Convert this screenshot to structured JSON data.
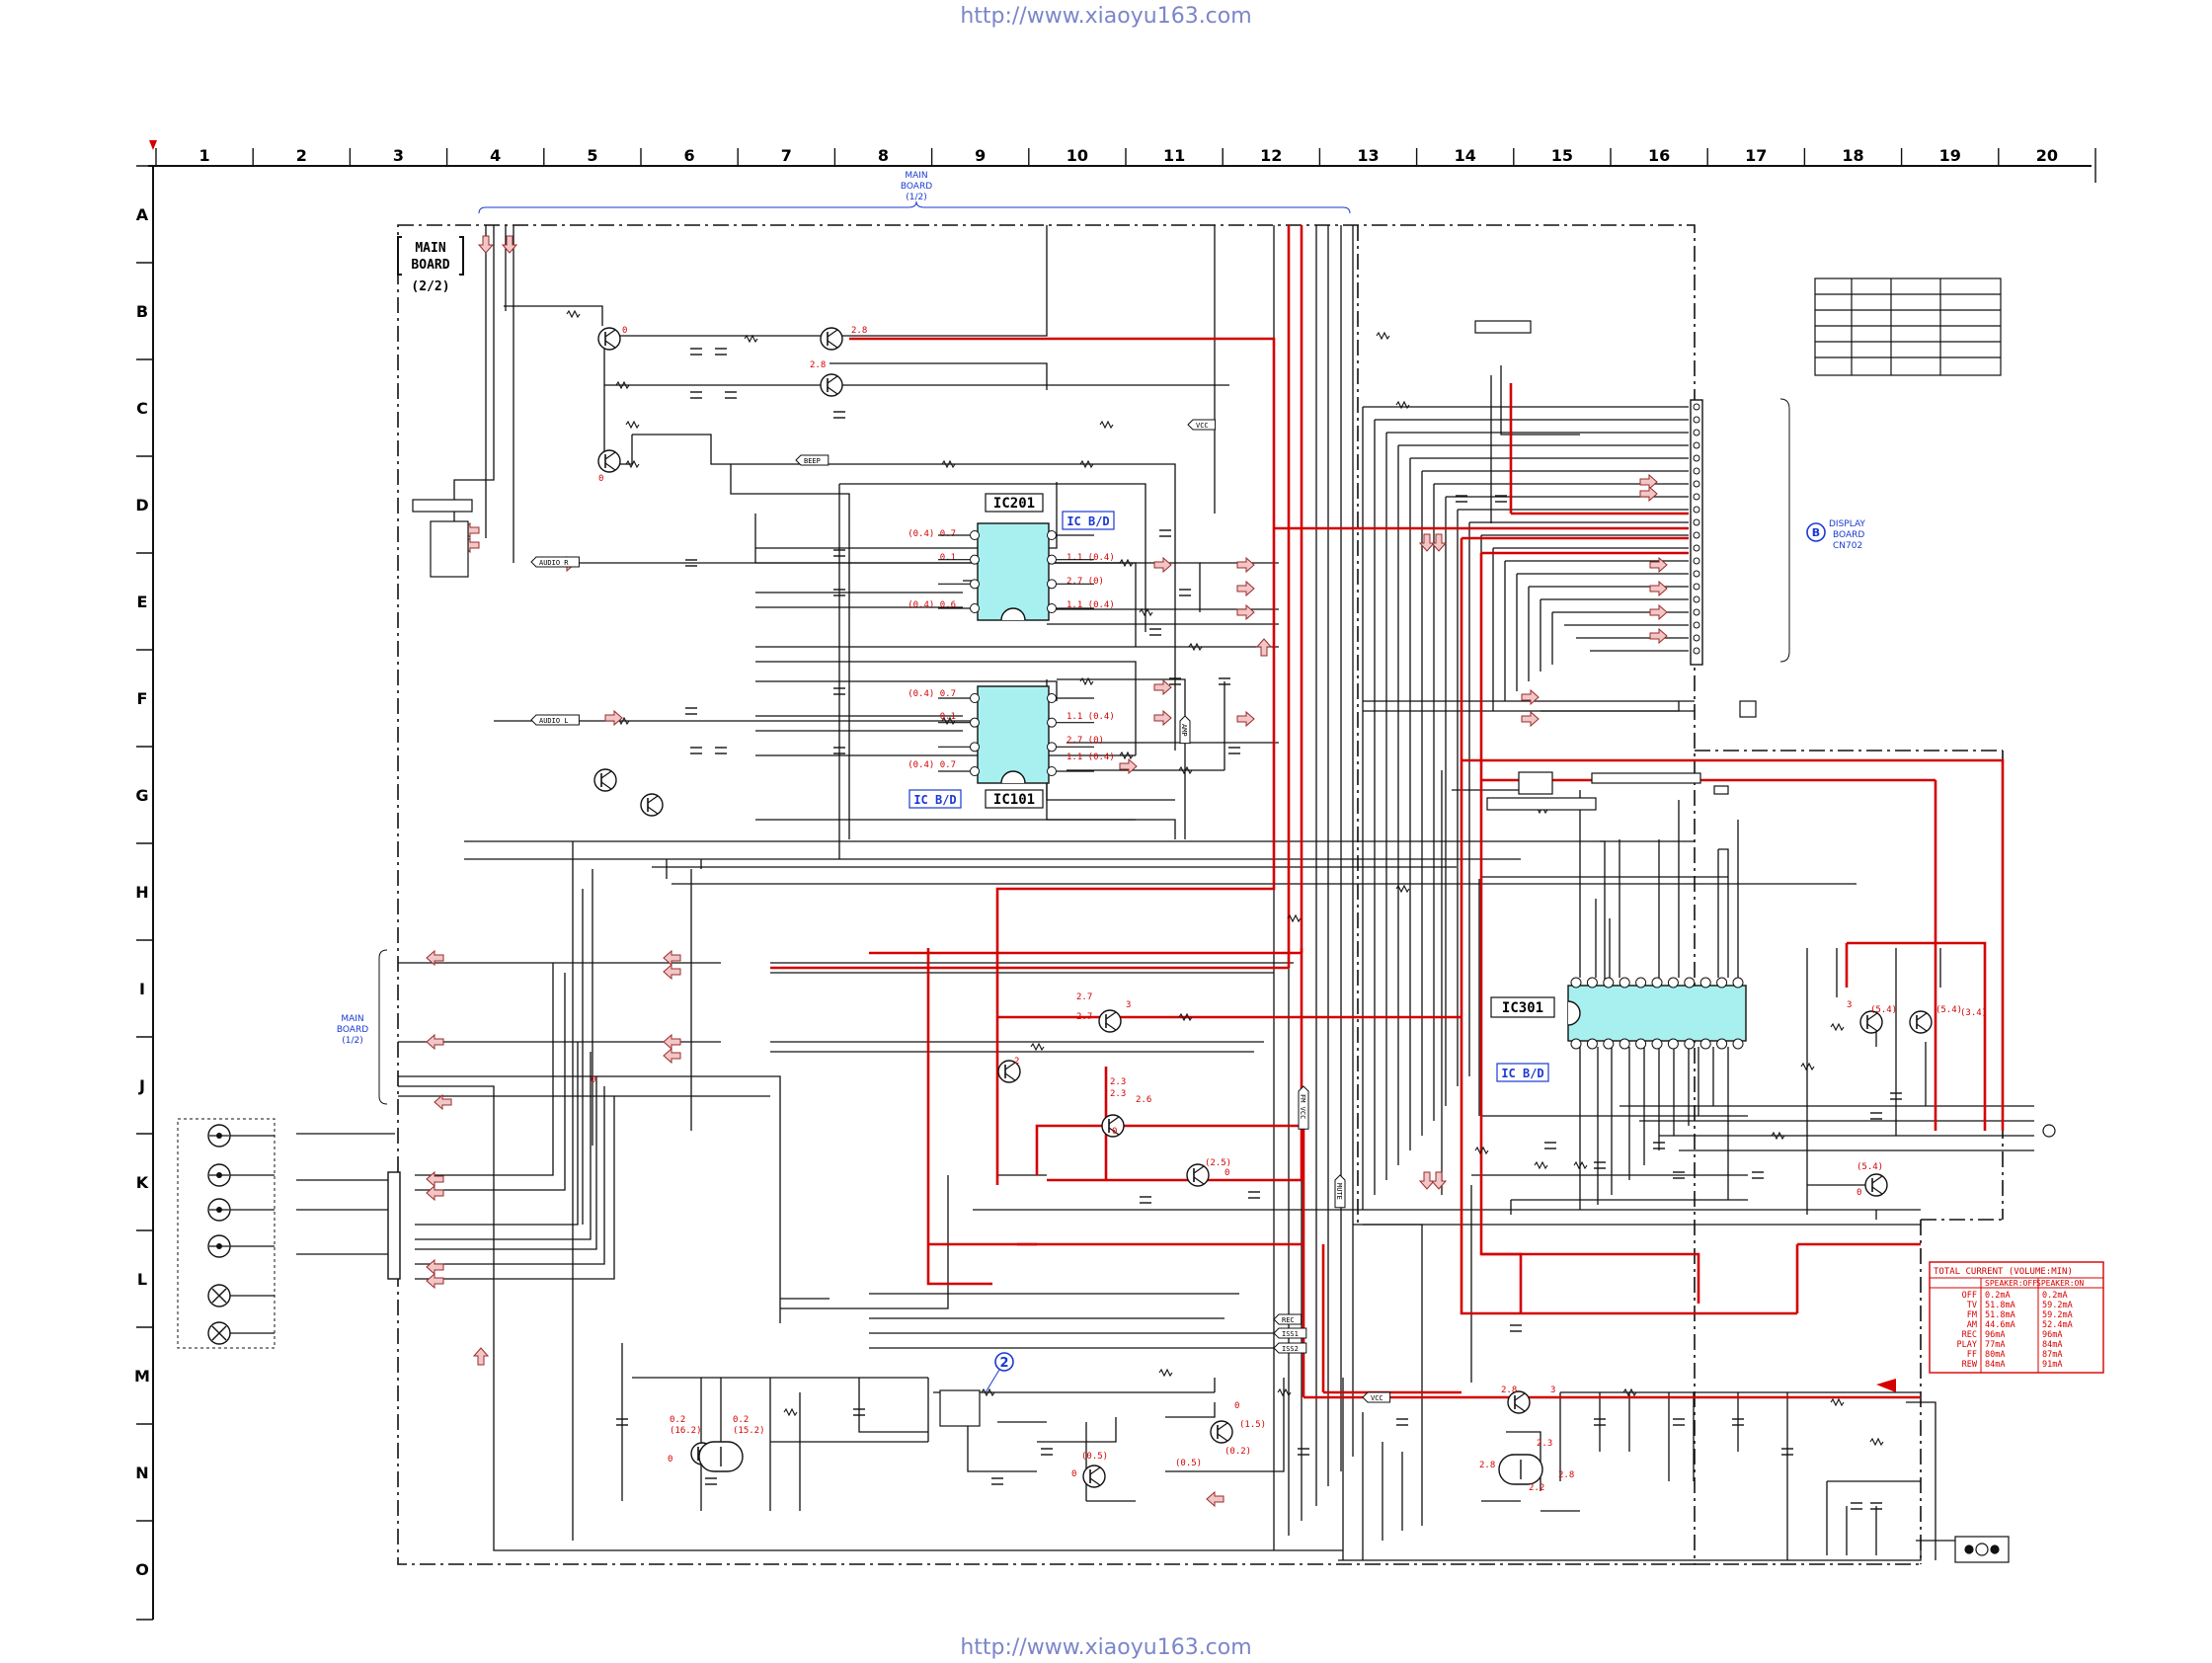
{
  "header_url": "http://www.xiaoyu163.com",
  "footer_url": "http://www.xiaoyu163.com",
  "ruler": {
    "columns": [
      "1",
      "2",
      "3",
      "4",
      "5",
      "6",
      "7",
      "8",
      "9",
      "10",
      "11",
      "12",
      "13",
      "14",
      "15",
      "16",
      "17",
      "18",
      "19",
      "20"
    ],
    "rows": [
      "A",
      "B",
      "C",
      "D",
      "E",
      "F",
      "G",
      "H",
      "I",
      "J",
      "K",
      "L",
      "M",
      "N",
      "O"
    ]
  },
  "board_labels": {
    "main_board_top": [
      "MAIN",
      "BOARD",
      "(1/2)"
    ],
    "main_board_box": [
      "MAIN",
      "BOARD"
    ],
    "main_board_box_sub": "(2/2)",
    "main_board_left": [
      "MAIN",
      "BOARD",
      "(1/2)"
    ],
    "display_board": [
      "DISPLAY",
      "BOARD",
      "CN702"
    ],
    "display_board_badge": "B"
  },
  "ic": {
    "ic201": "IC201",
    "ic101": "IC101",
    "ic301": "IC301",
    "icbd": "IC B/D"
  },
  "voltages_ic201": [
    "(0.4) 0.7",
    "0.1",
    "(0.4) 0.6",
    "1.1 (0.4)",
    "2.7 (0)",
    "1.1 (0.4)"
  ],
  "voltages_ic101": [
    "(0.4) 0.7",
    "0.1",
    "(0.4) 0.7",
    "1.1 (0.4)",
    "2.7 (0)",
    "1.1 (0.4)"
  ],
  "voltages_misc": [
    "0",
    "2.8",
    "2.8",
    "0",
    "0",
    "2.7",
    "3",
    "2.7",
    "2",
    "2.3",
    "2.3",
    "2.6",
    "0",
    "(2.5)",
    "0",
    "0.2",
    "(16.2)",
    "0.2",
    "(15.2)",
    "0",
    "(0.5)",
    "0",
    "(1.5)",
    "(0.2)",
    "0",
    "(0.5)",
    "2.8",
    "3",
    "2.8",
    "2.3",
    "2.2",
    "2.8",
    "3",
    "(5.4)",
    "(5.4)",
    "(3.4)",
    "(5.4)",
    "0"
  ],
  "current_table": {
    "title": "TOTAL CURRENT (VOLUME:MIN)",
    "headers": [
      "",
      "SPEAKER:OFF",
      "SPEAKER:ON"
    ],
    "rows": [
      [
        "OFF",
        "0.2mA",
        "0.2mA"
      ],
      [
        "TV",
        "51.8mA",
        "59.2mA"
      ],
      [
        "FM",
        "51.8mA",
        "59.2mA"
      ],
      [
        "AM",
        "44.6mA",
        "52.4mA"
      ],
      [
        "REC",
        "96mA",
        "96mA"
      ],
      [
        "PLAY",
        "77mA",
        "84mA"
      ],
      [
        "FF",
        "80mA",
        "87mA"
      ],
      [
        "REW",
        "84mA",
        "91mA"
      ]
    ]
  },
  "signal_labels": [
    "AUDIO R",
    "AUDIO L",
    "BEEP",
    "REC",
    "ISS1",
    "ISS2",
    "VCC",
    "MUTE",
    "FM VCC",
    "AMP",
    "VCC"
  ],
  "marker_2": "2",
  "colors": {
    "ink": "#111111",
    "red": "#d40000",
    "ic_fill": "#a8f0f0",
    "blue": "#1a3ad0",
    "ruler_gray": "#e8e8e8"
  }
}
